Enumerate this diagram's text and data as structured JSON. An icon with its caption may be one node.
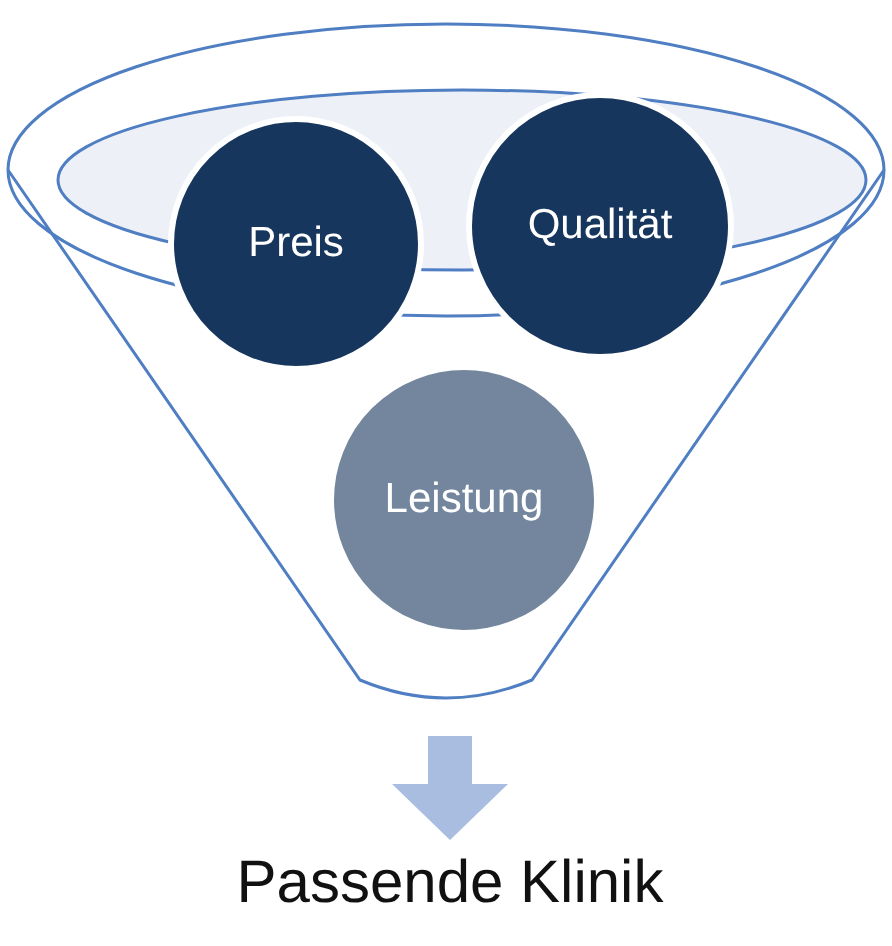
{
  "diagram": {
    "nodes": [
      {
        "text": [],
        "shape": "funnel"
      },
      {
        "text": [
          "Preis"
        ],
        "in": 0
      },
      {
        "text": [
          "Qualität"
        ],
        "in": 0
      },
      {
        "text": [
          "Leistung"
        ],
        "in": 0
      },
      {
        "text": [
          "Passende Klinik"
        ]
      }
    ],
    "edges": [
      {
        "from": 0,
        "to": 4,
        "arrow": "to"
      }
    ]
  }
}
